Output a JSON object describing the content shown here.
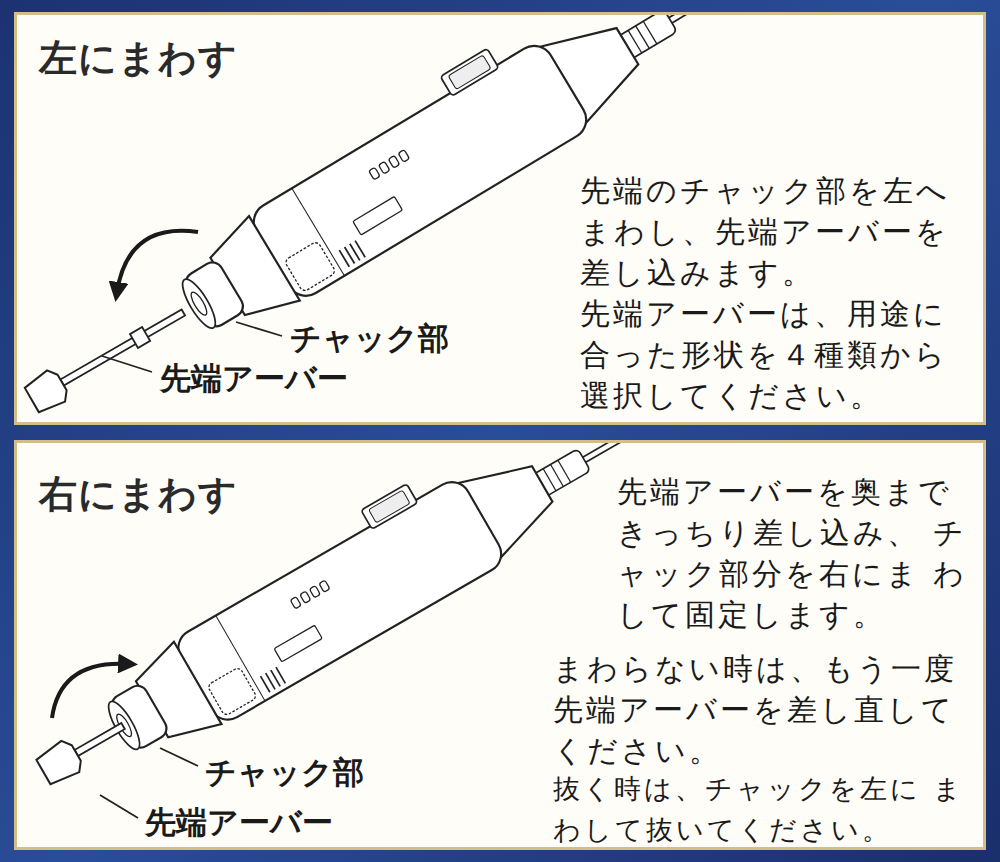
{
  "diagram": {
    "nodes": [
      {
        "text": [
          "左にまわす",
          "先端のチャック部を左へ まわし、先端アーバーを 差し込みます。",
          "先端アーバーは、用途に 合った形状を４種類から 選択してください。"
        ]
      },
      {
        "text": [
          "右にまわす",
          "先端アーバーを奥まで きっちり差し込み、 チャック部分を右にま わして固定します。",
          "まわらない時は、もう一度 先端アーバーを差し直して ください。",
          "抜く時は、チャックを左に まわして抜いてください。"
        ]
      }
    ],
    "labels": [
      "チャック部",
      "先端アーバー",
      "チャック部",
      "先端アーバー"
    ]
  }
}
